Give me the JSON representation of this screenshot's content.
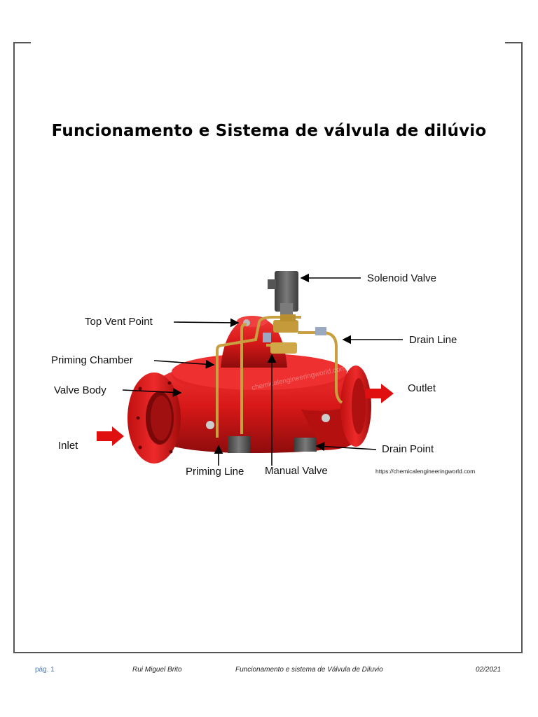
{
  "document": {
    "title": "Funcionamento e Sistema de válvula de dilúvio"
  },
  "figure": {
    "labels": {
      "solenoid_valve": "Solenoid Valve",
      "top_vent_point": "Top Vent Point",
      "drain_line": "Drain Line",
      "priming_chamber": "Priming Chamber",
      "valve_body": "Valve Body",
      "outlet": "Outlet",
      "inlet": "Inlet",
      "drain_point": "Drain Point",
      "priming_line": "Priming Line",
      "manual_valve": "Manual Valve"
    },
    "source_url": "https://chemicalengineeringworld.com",
    "watermark": "chemicalengineeringworld.com",
    "colors": {
      "valve_red": "#d81818",
      "pipe_brass": "#c8a040",
      "solenoid_grey": "#5a5a5a",
      "arrow_red": "#e01010"
    }
  },
  "footer": {
    "page": "pág. 1",
    "author": "Rui Miguel Brito",
    "doc_title": "Funcionamento e sistema de Válvula de Diluvio",
    "date": "02/2021"
  }
}
